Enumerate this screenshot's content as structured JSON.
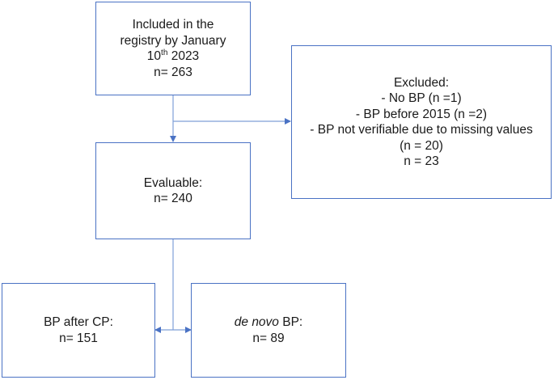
{
  "boxes": {
    "included": {
      "line1": "Included in the",
      "line2": "registry by January",
      "line3_day": "10",
      "line3_suffix": "th",
      "line3_year": " 2023",
      "count": "n= 263"
    },
    "excluded": {
      "title": "Excluded:",
      "reasons": [
        "- No BP (n =1)",
        "- BP before 2015 (n =2)",
        "- BP not verifiable due to missing values",
        "(n = 20)"
      ],
      "count": "n = 23"
    },
    "evaluable": {
      "title": "Evaluable:",
      "count": "n= 240"
    },
    "bp_after_cp": {
      "title": "BP after CP:",
      "count": "n= 151"
    },
    "de_novo_bp": {
      "title_italic": "de novo",
      "title_rest": " BP:",
      "count": "n= 89"
    }
  },
  "colors": {
    "border": "#4a72c4",
    "connector": "#7f9fd8"
  }
}
